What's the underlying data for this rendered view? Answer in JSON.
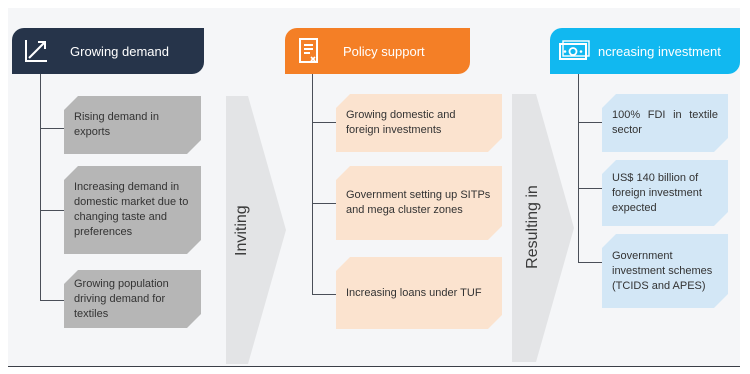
{
  "columns": {
    "demand": {
      "title": "Growing demand",
      "icon": "trend-up-icon",
      "color": "#26344a",
      "items": [
        "Rising demand in exports",
        "Increasing demand in domestic market due to changing taste and preferences",
        "Growing population driving demand for textiles"
      ]
    },
    "policy": {
      "title": "Policy support",
      "icon": "document-icon",
      "color": "#f47f26",
      "items": [
        "Growing domestic and foreign investments",
        "Government setting up SITPs and mega cluster zones",
        "Increasing loans under TUF"
      ]
    },
    "investment": {
      "title": "ncreasing investment",
      "icon": "banknote-icon",
      "color": "#11b8f0",
      "items": [
        "100% FDI in textile sector",
        "US$ 140 billion of foreign investment expected",
        "Government investment schemes (TCIDS and APES)"
      ]
    }
  },
  "connectors": {
    "first": "Inviting",
    "second": "Resulting in"
  }
}
